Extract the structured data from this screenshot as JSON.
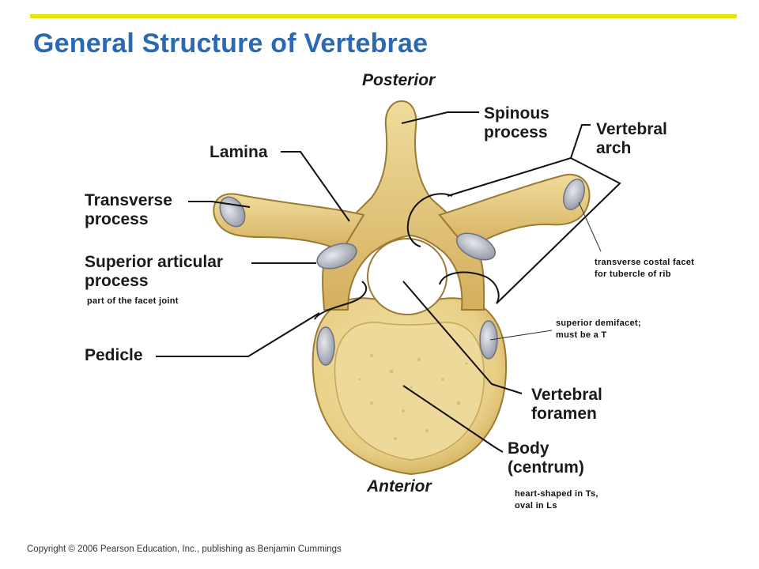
{
  "header": {
    "title": "General Structure of Vertebrae",
    "accent_bar_color": "#e6e600",
    "title_color": "#2b6ab3"
  },
  "diagram": {
    "orientation_top": "Posterior",
    "orientation_bottom": "Anterior",
    "labels": {
      "spinous_line1": "Spinous",
      "spinous_line2": "process",
      "vertebral_arch_line1": "Vertebral",
      "vertebral_arch_line2": "arch",
      "lamina": "Lamina",
      "transverse_line1": "Transverse",
      "transverse_line2": "process",
      "superior_articular_line1": "Superior articular",
      "superior_articular_line2": "process",
      "pedicle": "Pedicle",
      "foramen_line1": "Vertebral",
      "foramen_line2": "foramen",
      "body_line1": "Body",
      "body_line2": "(centrum)"
    },
    "notes": {
      "facet_joint": "part of the facet joint",
      "costal_facet_line1": "transverse costal facet",
      "costal_facet_line2": "for tubercle of rib",
      "demifacet_line1": "superior demifacet;",
      "demifacet_line2": "must be a T",
      "body_shape_line1": "heart-shaped in Ts,",
      "body_shape_line2": "oval in Ls"
    },
    "bone_color": "#e3c778",
    "cartilage_color": "#b8bcc6"
  },
  "footer": {
    "copyright": "Copyright © 2006 Pearson Education, Inc., publishing as Benjamin Cummings"
  }
}
